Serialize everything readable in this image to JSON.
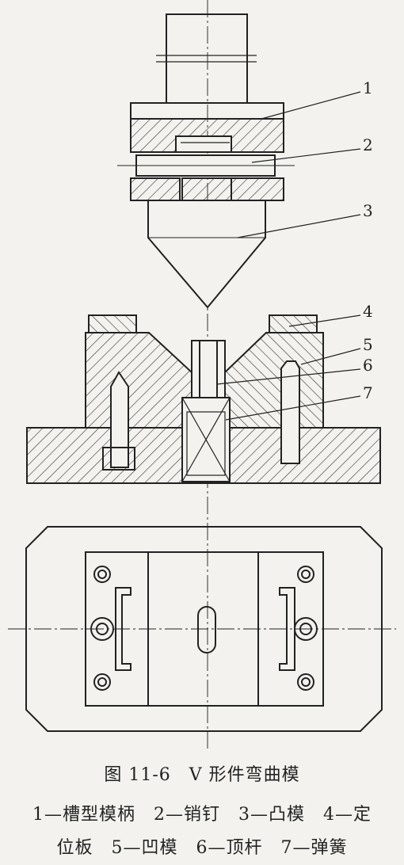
{
  "caption": {
    "title": "图 11-6　V 形件弯曲模",
    "legend_line_1": "1—槽型模柄　2—销钉　3—凸模　4—定",
    "legend_line_2": "位板　5—凹模　6—顶杆　7—弹簧"
  },
  "labels": [
    "1",
    "2",
    "3",
    "4",
    "5",
    "6",
    "7"
  ]
}
